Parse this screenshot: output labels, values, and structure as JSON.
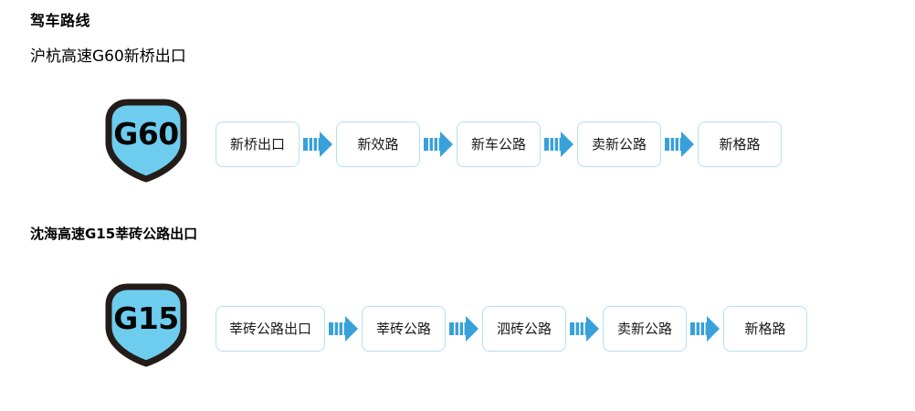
{
  "page": {
    "title": "驾车路线",
    "background_color": "#ffffff"
  },
  "theme": {
    "shield_fill": "#6ecdee",
    "shield_stroke": "#241c18",
    "arrow_color": "#38a1da",
    "box_border": "#b6dff4",
    "box_fill": "#ffffff",
    "text_color": "#1a1a1a"
  },
  "routes": [
    {
      "heading": "沪杭高速G60新桥出口",
      "shield": {
        "label": "G60",
        "icon": "highway-shield-icon"
      },
      "steps": [
        "新桥出口",
        "新效路",
        "新车公路",
        "卖新公路",
        "新格路"
      ],
      "arrow_icon": "arrow-right-icon"
    },
    {
      "heading": "沈海高速G15莘砖公路出口",
      "shield": {
        "label": "G15",
        "icon": "highway-shield-icon"
      },
      "steps": [
        "莘砖公路出口",
        "莘砖公路",
        "泗砖公路",
        "卖新公路",
        "新格路"
      ],
      "arrow_icon": "arrow-right-icon"
    }
  ]
}
